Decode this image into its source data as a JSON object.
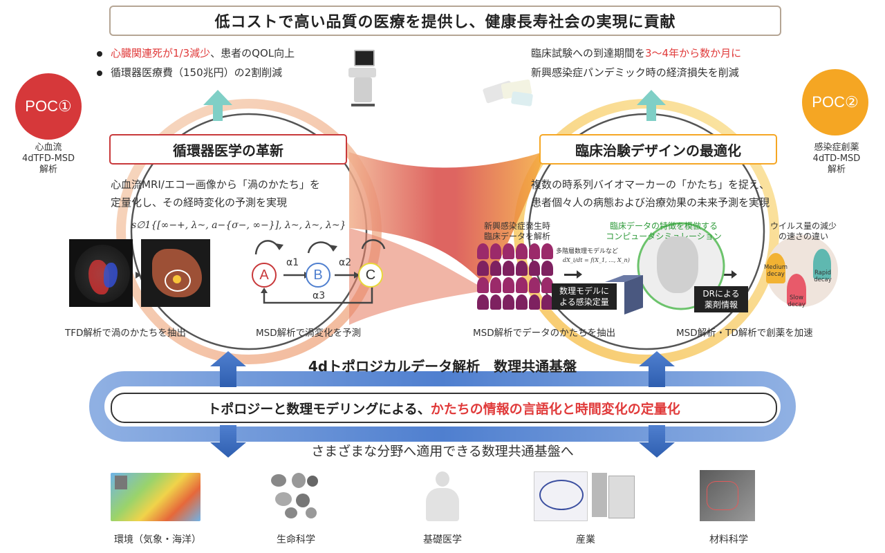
{
  "title": "低コストで高い品質の医療を提供し、健康長寿社会の実現に貢献",
  "left_bullets": [
    {
      "red": "心臓関連死が1/3減少",
      "rest": "、患者のQOL向上"
    },
    {
      "red": "",
      "rest": "循環器医療費（150兆円）の2割削減"
    }
  ],
  "right_bullets": [
    {
      "pre": "臨床試験への到達期間を",
      "red": "3〜4年から数か月に"
    },
    {
      "pre": "新興感染症パンデミック時の経済損失を削減",
      "red": ""
    }
  ],
  "poc1": {
    "label": "POC①",
    "sub": [
      "心血流",
      "4dTFD-MSD",
      "解析"
    ],
    "color": "#d6383a"
  },
  "poc2": {
    "label": "POC②",
    "sub": [
      "感染症創薬",
      "4dTD-MSD",
      "解析"
    ],
    "color": "#f5a623"
  },
  "left_section": {
    "title": "循環器医学の革新",
    "desc": [
      "心血流MRI/エコー画像から「渦のかたち」を",
      "定量化し、その経時変化の予測を実現"
    ],
    "formula": "s∅1{[∞−+, λ~, a−{σ−, ∞−}], λ~, λ~, λ~}",
    "nodes": [
      "A",
      "B",
      "C"
    ],
    "alphas": [
      "α1",
      "α2",
      "α3"
    ],
    "cap_left": "TFD解析で渦のかたちを抽出",
    "cap_right": "MSD解析で渦変化を予測"
  },
  "right_section": {
    "title": "臨床治験デザインの最適化",
    "desc": [
      "複数の時系列バイオマーカーの「かたち」を捉え、",
      "患者個々人の病態および治療効果の未来予測を実現"
    ],
    "label_emerging": [
      "新興感染症発生時",
      "臨床データを解析"
    ],
    "label_sim": [
      "臨床データの特徴を模倣する",
      "コンピュータシミュレーション"
    ],
    "label_virus": [
      "ウイルス量の減少",
      "の速さの違い"
    ],
    "model_note": "多階層数理モデルなど",
    "model_eq": "dX_i/dt = f(X_1, ..., X_n)",
    "box_model": [
      "数理モデルに",
      "よる感染定量"
    ],
    "box_dr": [
      "DRによる",
      "薬剤情報"
    ],
    "decay": [
      "Medium decay",
      "Rapid decay",
      "Slow decay"
    ],
    "cap_left": "MSD解析でデータのかたちを抽出",
    "cap_right": "MSD解析・TD解析で創薬を加速"
  },
  "platform_title": "4dトポロジカルデータ解析　数理共通基盤",
  "pill": {
    "pre": "トポロジーと数理モデリングによる、",
    "red": "かたちの情報の言語化と時間変化の定量化"
  },
  "fields_title": "さまざまな分野へ適用できる数理共通基盤へ",
  "domains": [
    "環境（気象・海洋）",
    "生命科学",
    "基礎医学",
    "産業",
    "材料科学"
  ],
  "colors": {
    "red": "#e03a3a",
    "teal": "#7fcfc6",
    "blue": "#5b86c8",
    "orange": "#f5a623",
    "crimson": "#c8383a"
  }
}
